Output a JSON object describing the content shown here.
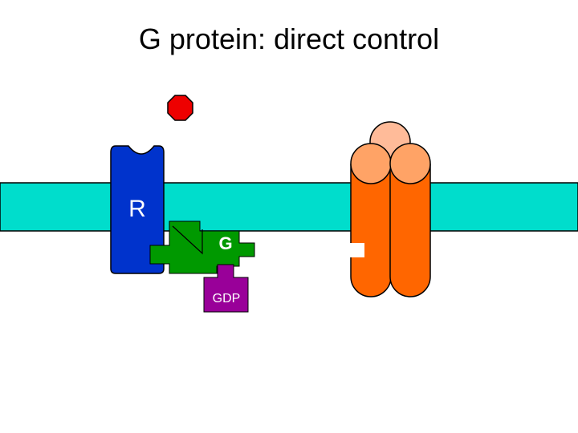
{
  "slide": {
    "title": "G protein: direct control"
  },
  "receptor": {
    "label": "R",
    "color": "#0033cc",
    "text_color": "#ffffff"
  },
  "g_protein": {
    "label": "G",
    "color": "#009900",
    "text_color": "#ffffff"
  },
  "gdp": {
    "label": "GDP",
    "color": "#990099",
    "text_color": "#ffffff"
  },
  "ligand": {
    "color": "#ee0000"
  },
  "membrane": {
    "color": "#00ddcc"
  },
  "channel": {
    "body_color": "#ff6600",
    "subunit_top_color": "#ffbb99",
    "subunit_color": "#ffa366"
  }
}
